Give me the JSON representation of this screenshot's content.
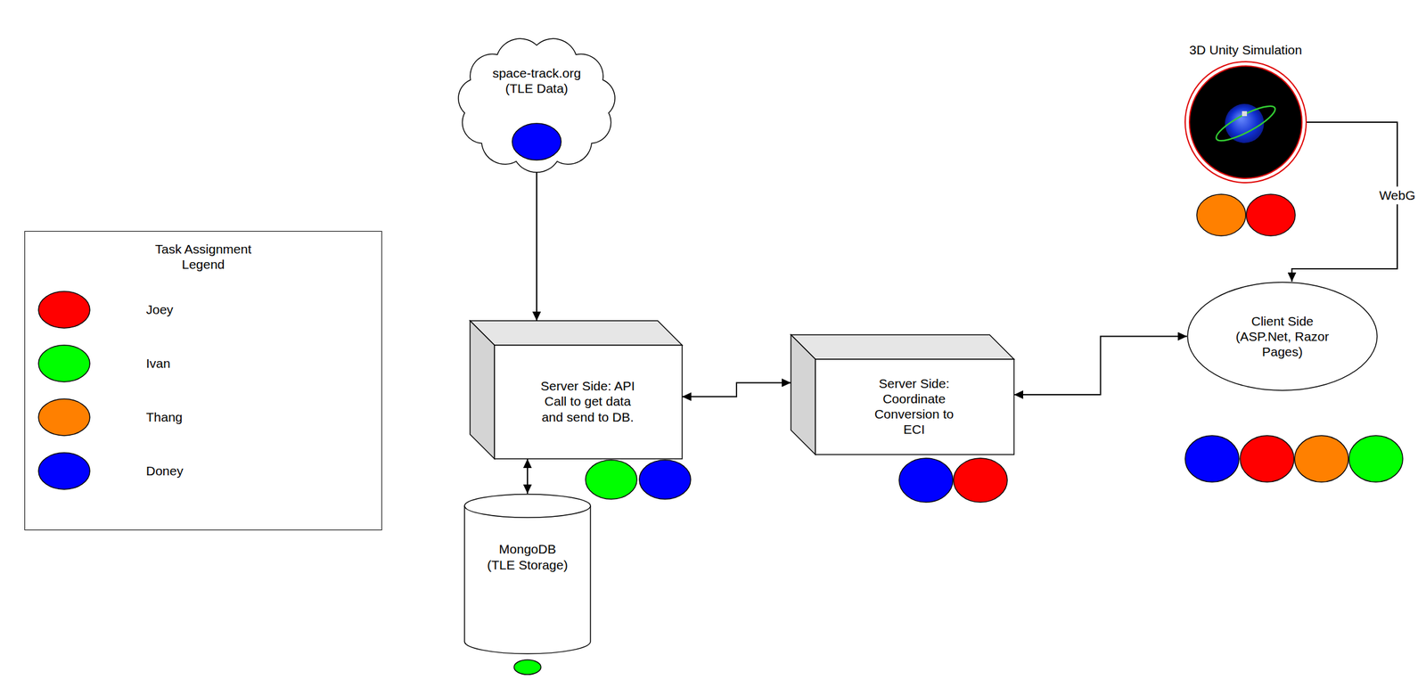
{
  "diagram": {
    "nodes": [
      {
        "text": [
          "space-track.org (TLE Data)"
        ]
      },
      {
        "text": [
          "3D Unity Simulation"
        ]
      },
      {
        "text": [
          "Server Side: API Call to get data and send to DB."
        ]
      },
      {
        "text": [
          "Server Side: Coordinate Conversion to ECI"
        ]
      },
      {
        "text": [
          "Client Side (ASP.Net, Razor Pages)"
        ]
      },
      {
        "text": [
          "MongoDB (TLE Storage)"
        ]
      }
    ],
    "edges": [
      {
        "from": 0,
        "to": 2,
        "arrow": "to"
      },
      {
        "from": 2,
        "to": 3,
        "arrow": "both"
      },
      {
        "from": 3,
        "to": 4,
        "arrow": "both"
      },
      {
        "from": 2,
        "to": 5,
        "arrow": "both"
      },
      {
        "from": 1,
        "to": 4,
        "arrow": "to",
        "label": "WebG"
      }
    ],
    "labels": [
      "Task Assignment Legend"
    ],
    "legend": [
      {
        "text": "Joey",
        "color": "#ff0000"
      },
      {
        "text": "Ivan",
        "color": "#00ff00"
      },
      {
        "text": "Thang",
        "color": "#ff8000"
      },
      {
        "text": "Doney",
        "color": "#0000ff"
      }
    ]
  }
}
